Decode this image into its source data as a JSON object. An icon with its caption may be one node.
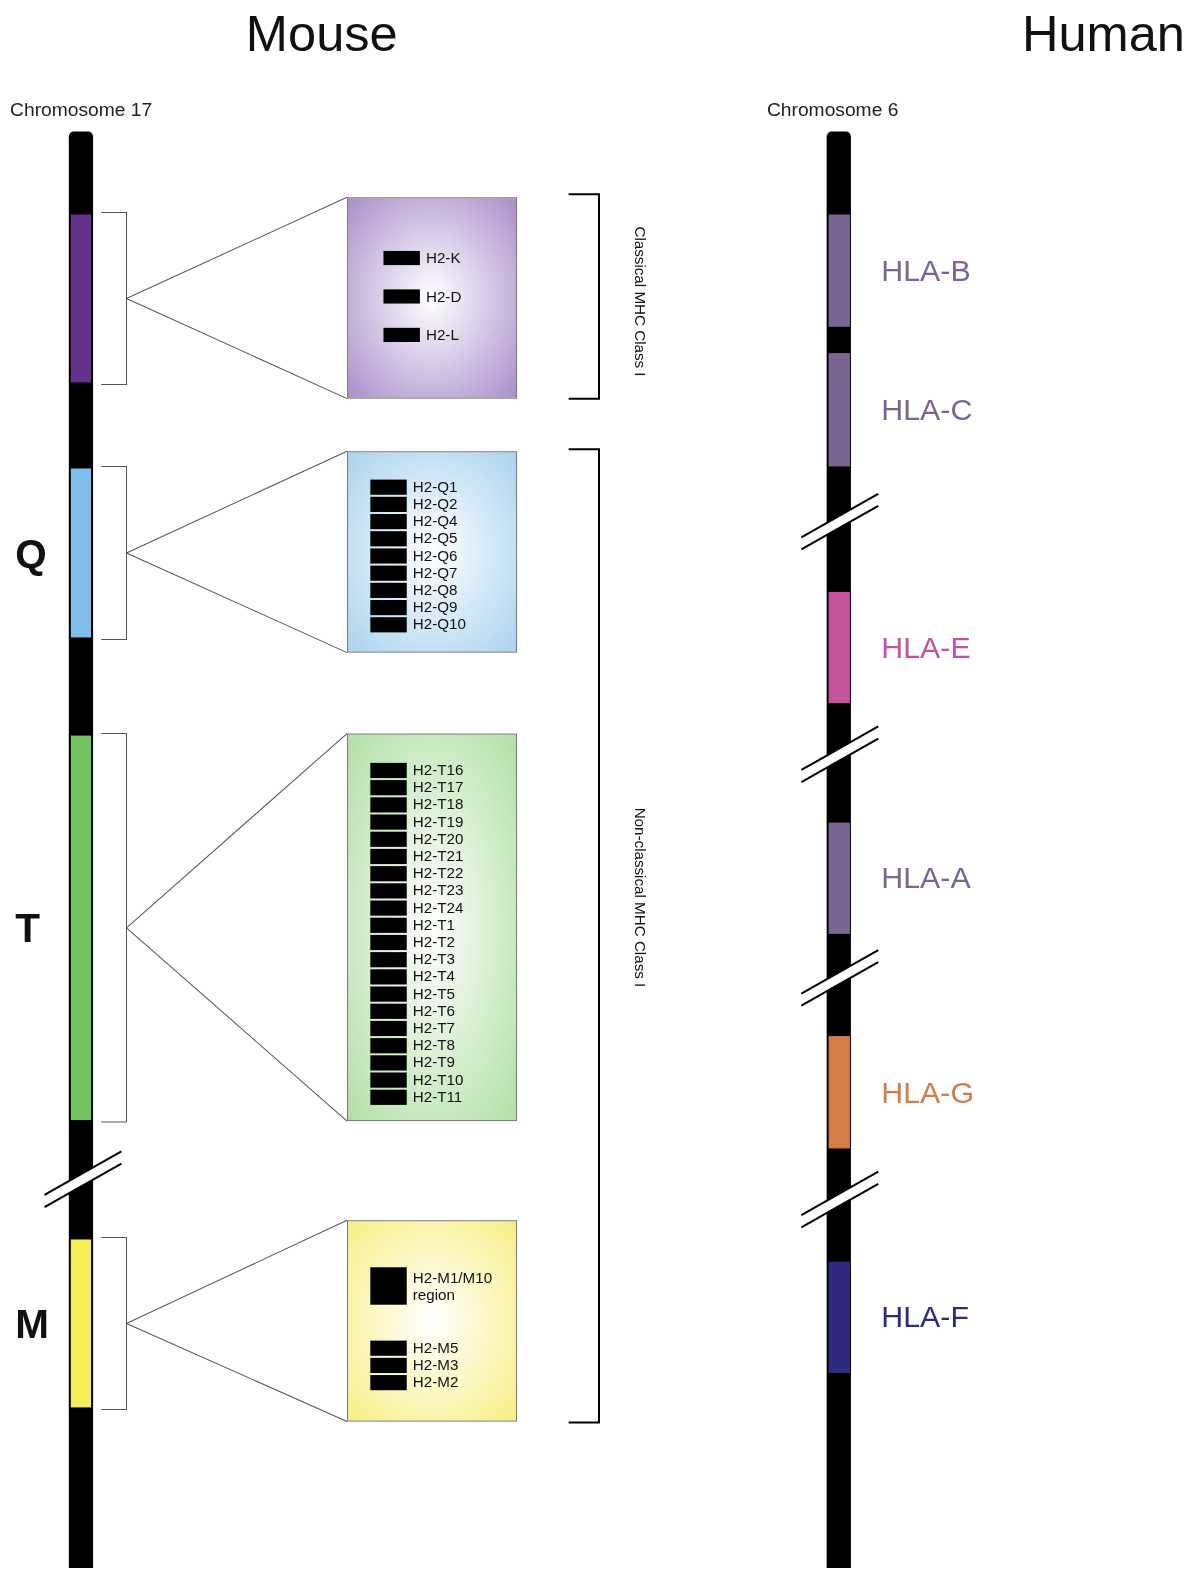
{
  "diagram": {
    "nodes": [
      {
        "text": [],
        "shape": "bar"
      },
      {
        "text": [],
        "shape": "bar",
        "beside": [
          "Q"
        ]
      },
      {
        "text": [],
        "shape": "bar",
        "beside": [
          "T"
        ]
      },
      {
        "text": [],
        "shape": "bar",
        "beside": [
          "M"
        ]
      },
      {
        "text": [
          "H2-K",
          "H2-D",
          "H2-L"
        ]
      },
      {
        "text": [
          "H2-Q1",
          "H2-Q2",
          "H2-Q4",
          "H2-Q5",
          "H2-Q6",
          "H2-Q7",
          "H2-Q8",
          "H2-Q9",
          "H2-Q10"
        ]
      },
      {
        "text": [
          "H2-T16",
          "H2-T17",
          "H2-T18",
          "H2-T19",
          "H2-T20",
          "H2-T21",
          "H2-T22",
          "H2-T23",
          "H2-T24",
          "H2-T1",
          "H2-T2",
          "H2-T3",
          "H2-T4",
          "H2-T5",
          "H2-T6",
          "H2-T7",
          "H2-T8",
          "H2-T9",
          "H2-T10",
          "H2-T11"
        ]
      },
      {
        "text": [
          "H2-M1/M10 region",
          "H2-M5",
          "H2-M3",
          "H2-M2"
        ]
      },
      {
        "text": [],
        "shape": "bar",
        "beside": [
          "HLA-B"
        ]
      },
      {
        "text": [],
        "shape": "bar",
        "beside": [
          "HLA-C"
        ]
      },
      {
        "text": [],
        "shape": "bar",
        "beside": [
          "HLA-E"
        ]
      },
      {
        "text": [],
        "shape": "bar",
        "beside": [
          "HLA-A"
        ]
      },
      {
        "text": [],
        "shape": "bar",
        "beside": [
          "HLA-G"
        ]
      },
      {
        "text": [],
        "shape": "bar",
        "beside": [
          "HLA-F"
        ]
      }
    ],
    "edges": [
      {
        "from": 0,
        "to": 4,
        "arrow": "none"
      },
      {
        "from": 1,
        "to": 5,
        "arrow": "none"
      },
      {
        "from": 2,
        "to": 6,
        "arrow": "none"
      },
      {
        "from": 3,
        "to": 7,
        "arrow": "none"
      }
    ],
    "labels": [
      "Mouse",
      "Human",
      "Chromosome 17",
      "Chromosome 6",
      "Classical MHC Class I",
      "Non-classical MHC Class I"
    ]
  }
}
